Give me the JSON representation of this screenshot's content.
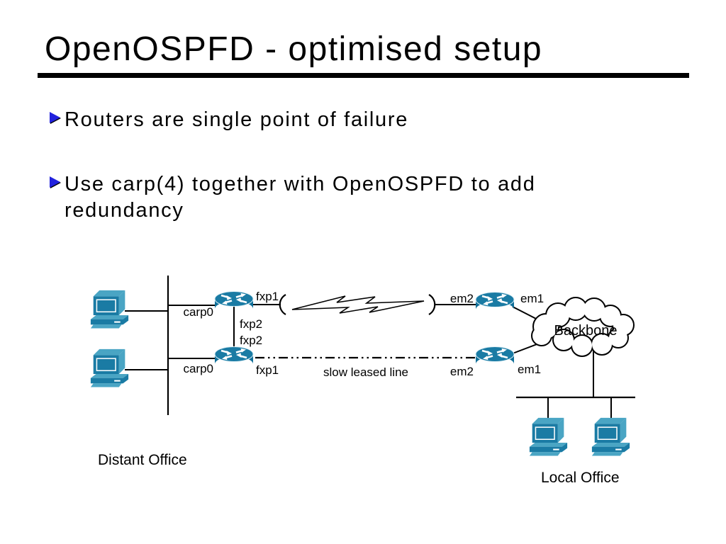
{
  "slide": {
    "title": "OpenOSPFD - optimised setup",
    "bullet_color": "#2222dd",
    "bullets": [
      {
        "lines": [
          "Routers are single point of failure"
        ]
      },
      {
        "lines": [
          "Use carp(4) together with OpenOSPFD to add",
          "redundancy"
        ]
      }
    ]
  },
  "diagram": {
    "labels": {
      "distant_office": "Distant Office",
      "local_office": "Local Office",
      "backbone": "Backbone",
      "slow_leased_line": "slow leased line"
    },
    "interfaces": {
      "router1_carp": "carp0",
      "router1_wan": "fxp1",
      "router1_sync": "fxp2",
      "router2_sync": "fxp2",
      "router2_carp": "carp0",
      "router2_wan": "fxp1",
      "router3_wan": "em2",
      "router3_backbone": "em1",
      "router4_wan": "em2",
      "router4_backbone": "em1"
    },
    "icons": {
      "router": "cisco-router-cylinder",
      "workstation": "desktop-workstation",
      "cloud": "backbone-cloud",
      "bolt": "fast-link-lightning-bolt"
    },
    "colors": {
      "device_top": "#1a7ba4",
      "device_body": "#0f6f99",
      "device_light": "#4aa5c4",
      "line": "#000000"
    }
  }
}
